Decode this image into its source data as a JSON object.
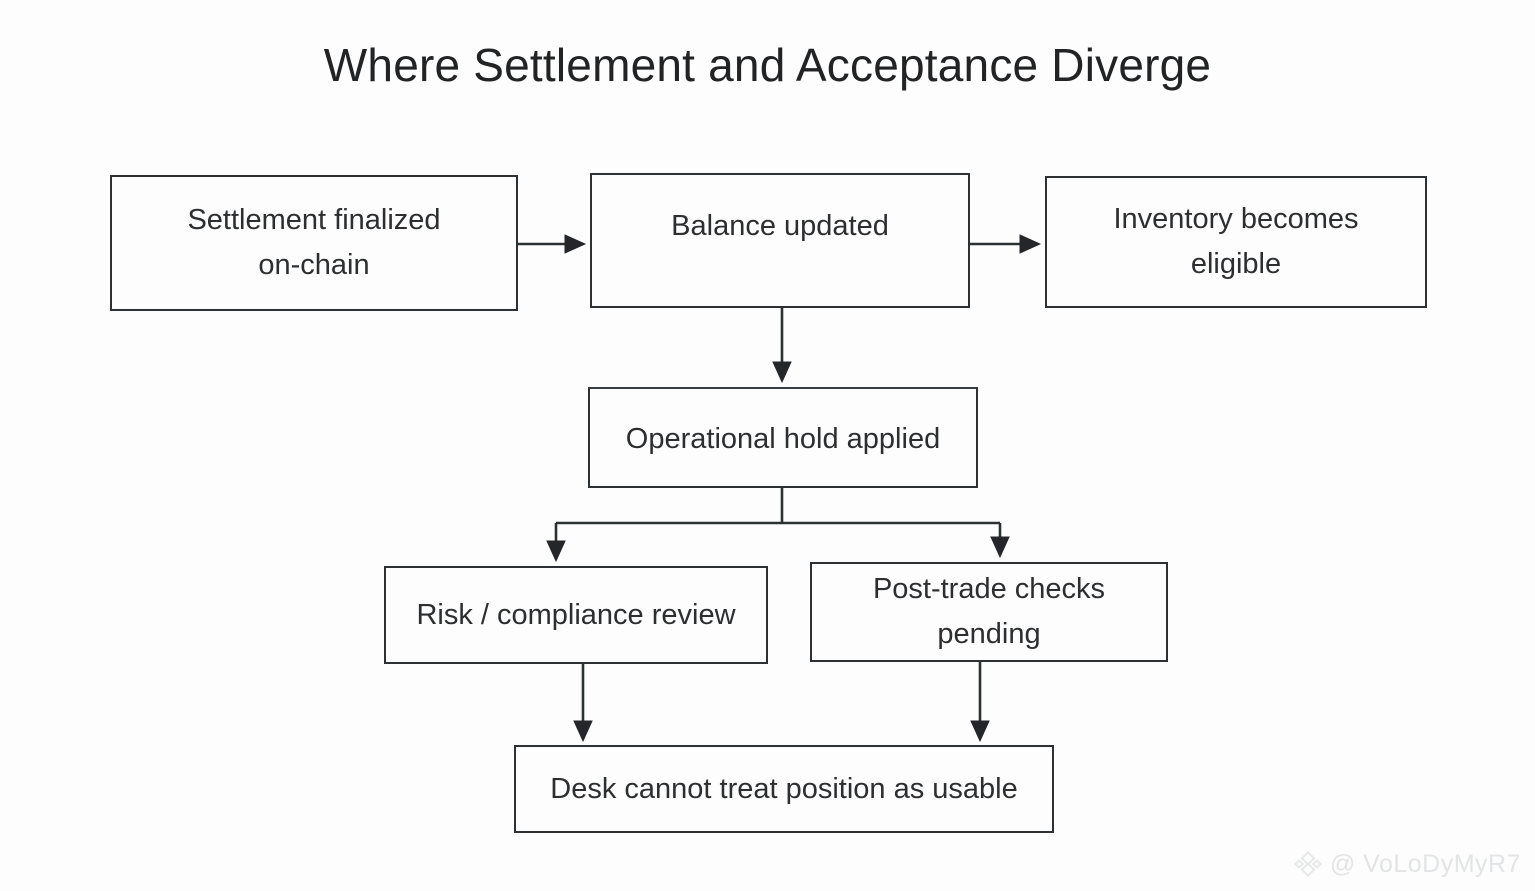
{
  "diagram": {
    "title": "Where Settlement and Acceptance Diverge",
    "type": "flowchart",
    "background_color": "#fdfdfd",
    "line_color": "#2e3133",
    "text_color": "#2c2e30",
    "nodes": [
      {
        "id": "settlement",
        "label": "Settlement finalized\non-chain"
      },
      {
        "id": "balance",
        "label": "Balance updated"
      },
      {
        "id": "inventory",
        "label": "Inventory becomes\neligible"
      },
      {
        "id": "hold",
        "label": "Operational hold applied"
      },
      {
        "id": "risk",
        "label": "Risk / compliance review"
      },
      {
        "id": "posttrade",
        "label": "Post-trade checks pending"
      },
      {
        "id": "desk",
        "label": "Desk cannot treat position as usable"
      }
    ],
    "edges": [
      {
        "from": "settlement",
        "to": "balance",
        "style": "arrow-right"
      },
      {
        "from": "balance",
        "to": "inventory",
        "style": "arrow-right"
      },
      {
        "from": "balance",
        "to": "hold",
        "style": "arrow-down"
      },
      {
        "from": "hold",
        "to": "risk",
        "style": "split-arrow-down"
      },
      {
        "from": "hold",
        "to": "posttrade",
        "style": "split-arrow-down"
      },
      {
        "from": "risk",
        "to": "desk",
        "style": "arrow-down"
      },
      {
        "from": "posttrade",
        "to": "desk",
        "style": "arrow-down"
      }
    ]
  },
  "watermark": {
    "handle": "@ VoLoDyMyR7",
    "icon": "binance-diamond-icon",
    "color": "#e3e4e5"
  }
}
